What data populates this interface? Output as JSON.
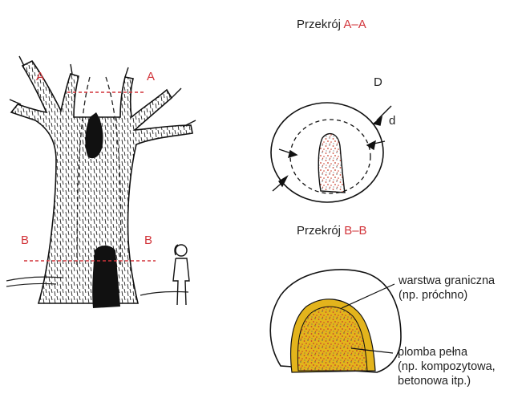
{
  "section_aa": {
    "prefix": "Przekrój",
    "mark": "A–A"
  },
  "section_bb": {
    "prefix": "Przekrój",
    "mark": "B–B"
  },
  "tree_labels": {
    "a_left": "A",
    "a_right": "A",
    "b_left": "B",
    "b_right": "B"
  },
  "dims": {
    "outer": "D",
    "inner": "d"
  },
  "boundary_layer": {
    "line1": "warstwa graniczna",
    "line2": "(np. próchno)"
  },
  "filling": {
    "line1": "plomba pełna",
    "line2": "(np. kompozytowa,",
    "line3": "betonowa itp.)"
  },
  "colors": {
    "section_mark": "#d2343a",
    "boundary_layer": "#e3b41c",
    "filling_dots": "#c8402f",
    "ink": "#1a1a1a"
  }
}
